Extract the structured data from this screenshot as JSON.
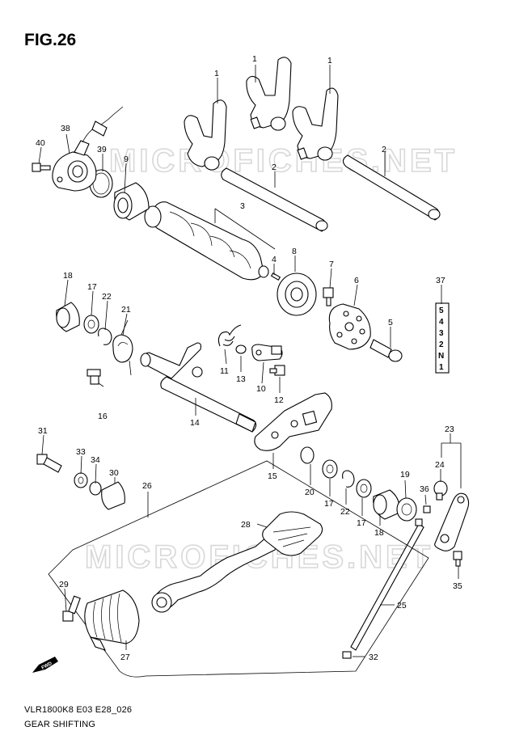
{
  "figure": {
    "title": "FIG.26",
    "model_code": "VLR1800K8 E03 E28_026",
    "caption": "GEAR SHIFTING"
  },
  "watermark": "MICROFICHES.NET",
  "fwd_marker": "FWD",
  "gear_positions": [
    "5",
    "4",
    "3",
    "2",
    "N",
    "1"
  ],
  "callouts": [
    {
      "id": "c1a",
      "label": "1"
    },
    {
      "id": "c1b",
      "label": "1"
    },
    {
      "id": "c1c",
      "label": "1"
    },
    {
      "id": "c2a",
      "label": "2"
    },
    {
      "id": "c2b",
      "label": "2"
    },
    {
      "id": "c3",
      "label": "3"
    },
    {
      "id": "c4",
      "label": "4"
    },
    {
      "id": "c5",
      "label": "5"
    },
    {
      "id": "c6",
      "label": "6"
    },
    {
      "id": "c7",
      "label": "7"
    },
    {
      "id": "c8",
      "label": "8"
    },
    {
      "id": "c9",
      "label": "9"
    },
    {
      "id": "c10",
      "label": "10"
    },
    {
      "id": "c11",
      "label": "11"
    },
    {
      "id": "c12",
      "label": "12"
    },
    {
      "id": "c13",
      "label": "13"
    },
    {
      "id": "c14",
      "label": "14"
    },
    {
      "id": "c15",
      "label": "15"
    },
    {
      "id": "c16",
      "label": "16"
    },
    {
      "id": "c17a",
      "label": "17"
    },
    {
      "id": "c17b",
      "label": "17"
    },
    {
      "id": "c17c",
      "label": "17"
    },
    {
      "id": "c18a",
      "label": "18"
    },
    {
      "id": "c18b",
      "label": "18"
    },
    {
      "id": "c19",
      "label": "19"
    },
    {
      "id": "c20",
      "label": "20"
    },
    {
      "id": "c21",
      "label": "21"
    },
    {
      "id": "c22a",
      "label": "22"
    },
    {
      "id": "c22b",
      "label": "22"
    },
    {
      "id": "c23",
      "label": "23"
    },
    {
      "id": "c24",
      "label": "24"
    },
    {
      "id": "c25",
      "label": "25"
    },
    {
      "id": "c26",
      "label": "26"
    },
    {
      "id": "c27",
      "label": "27"
    },
    {
      "id": "c28",
      "label": "28"
    },
    {
      "id": "c29",
      "label": "29"
    },
    {
      "id": "c30",
      "label": "30"
    },
    {
      "id": "c31",
      "label": "31"
    },
    {
      "id": "c32",
      "label": "32"
    },
    {
      "id": "c33",
      "label": "33"
    },
    {
      "id": "c34",
      "label": "34"
    },
    {
      "id": "c35",
      "label": "35"
    },
    {
      "id": "c36",
      "label": "36"
    },
    {
      "id": "c37",
      "label": "37"
    },
    {
      "id": "c38",
      "label": "38"
    },
    {
      "id": "c39",
      "label": "39"
    },
    {
      "id": "c40",
      "label": "40"
    }
  ]
}
